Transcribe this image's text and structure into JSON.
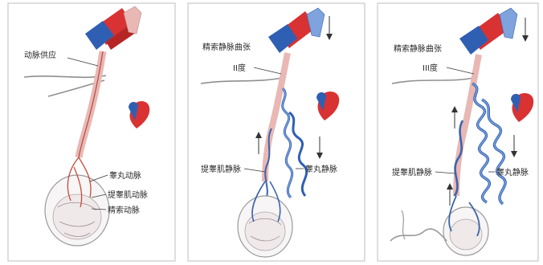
{
  "colors": {
    "artery": "#d93232",
    "vein": "#2f5fb3",
    "vein_light": "#7fa3dd",
    "vessel_pink": "#e9b8b4",
    "frame": "#c9c9c9",
    "label": "#2a2a2a"
  },
  "panels": [
    {
      "name": "normal",
      "labels": {
        "top": "动脉供应",
        "a": "睾丸动脉",
        "b": "提睾肌动脉",
        "c": "精索动脉"
      }
    },
    {
      "name": "grade-2",
      "labels": {
        "top_line1": "精索静脉曲张",
        "top_line2": "II度",
        "left": "提睾肌静脉",
        "right": "睾丸静脉"
      }
    },
    {
      "name": "grade-3",
      "labels": {
        "top_line1": "精索静脉曲张",
        "top_line2": "III度",
        "left": "提睾肌静脉",
        "right": "睾丸静脉"
      }
    }
  ]
}
